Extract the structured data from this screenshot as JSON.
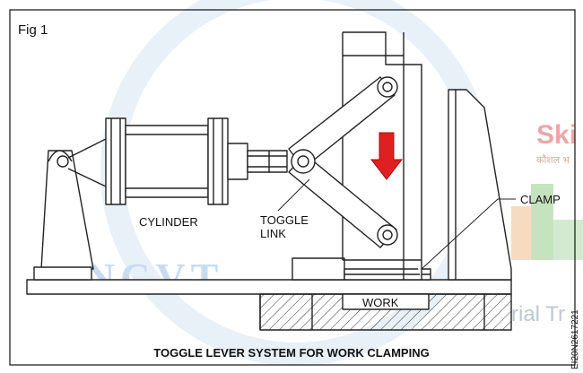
{
  "figure": {
    "fig_label": "Fig 1",
    "caption": "TOGGLE LEVER SYSTEM FOR WORK CLAMPING",
    "image_code": "EI20N2617221"
  },
  "labels": {
    "cylinder": "CYLINDER",
    "toggle_line1": "TOGGLE",
    "toggle_line2": "LINK",
    "clamp": "CLAMP",
    "work": "WORK"
  },
  "watermark": {
    "left_text": "NCVT",
    "right_brand": "Ski",
    "right_hindi": "कौशल भ",
    "right_bottom": "rial Tr"
  },
  "colors": {
    "arrow": "#e02020",
    "line": "#222222",
    "watermark_blue": "#c9dcef",
    "brand_red": "#e8a8a8",
    "brand_green": "#b8dcb0",
    "brand_orange": "#f5d2b0"
  }
}
